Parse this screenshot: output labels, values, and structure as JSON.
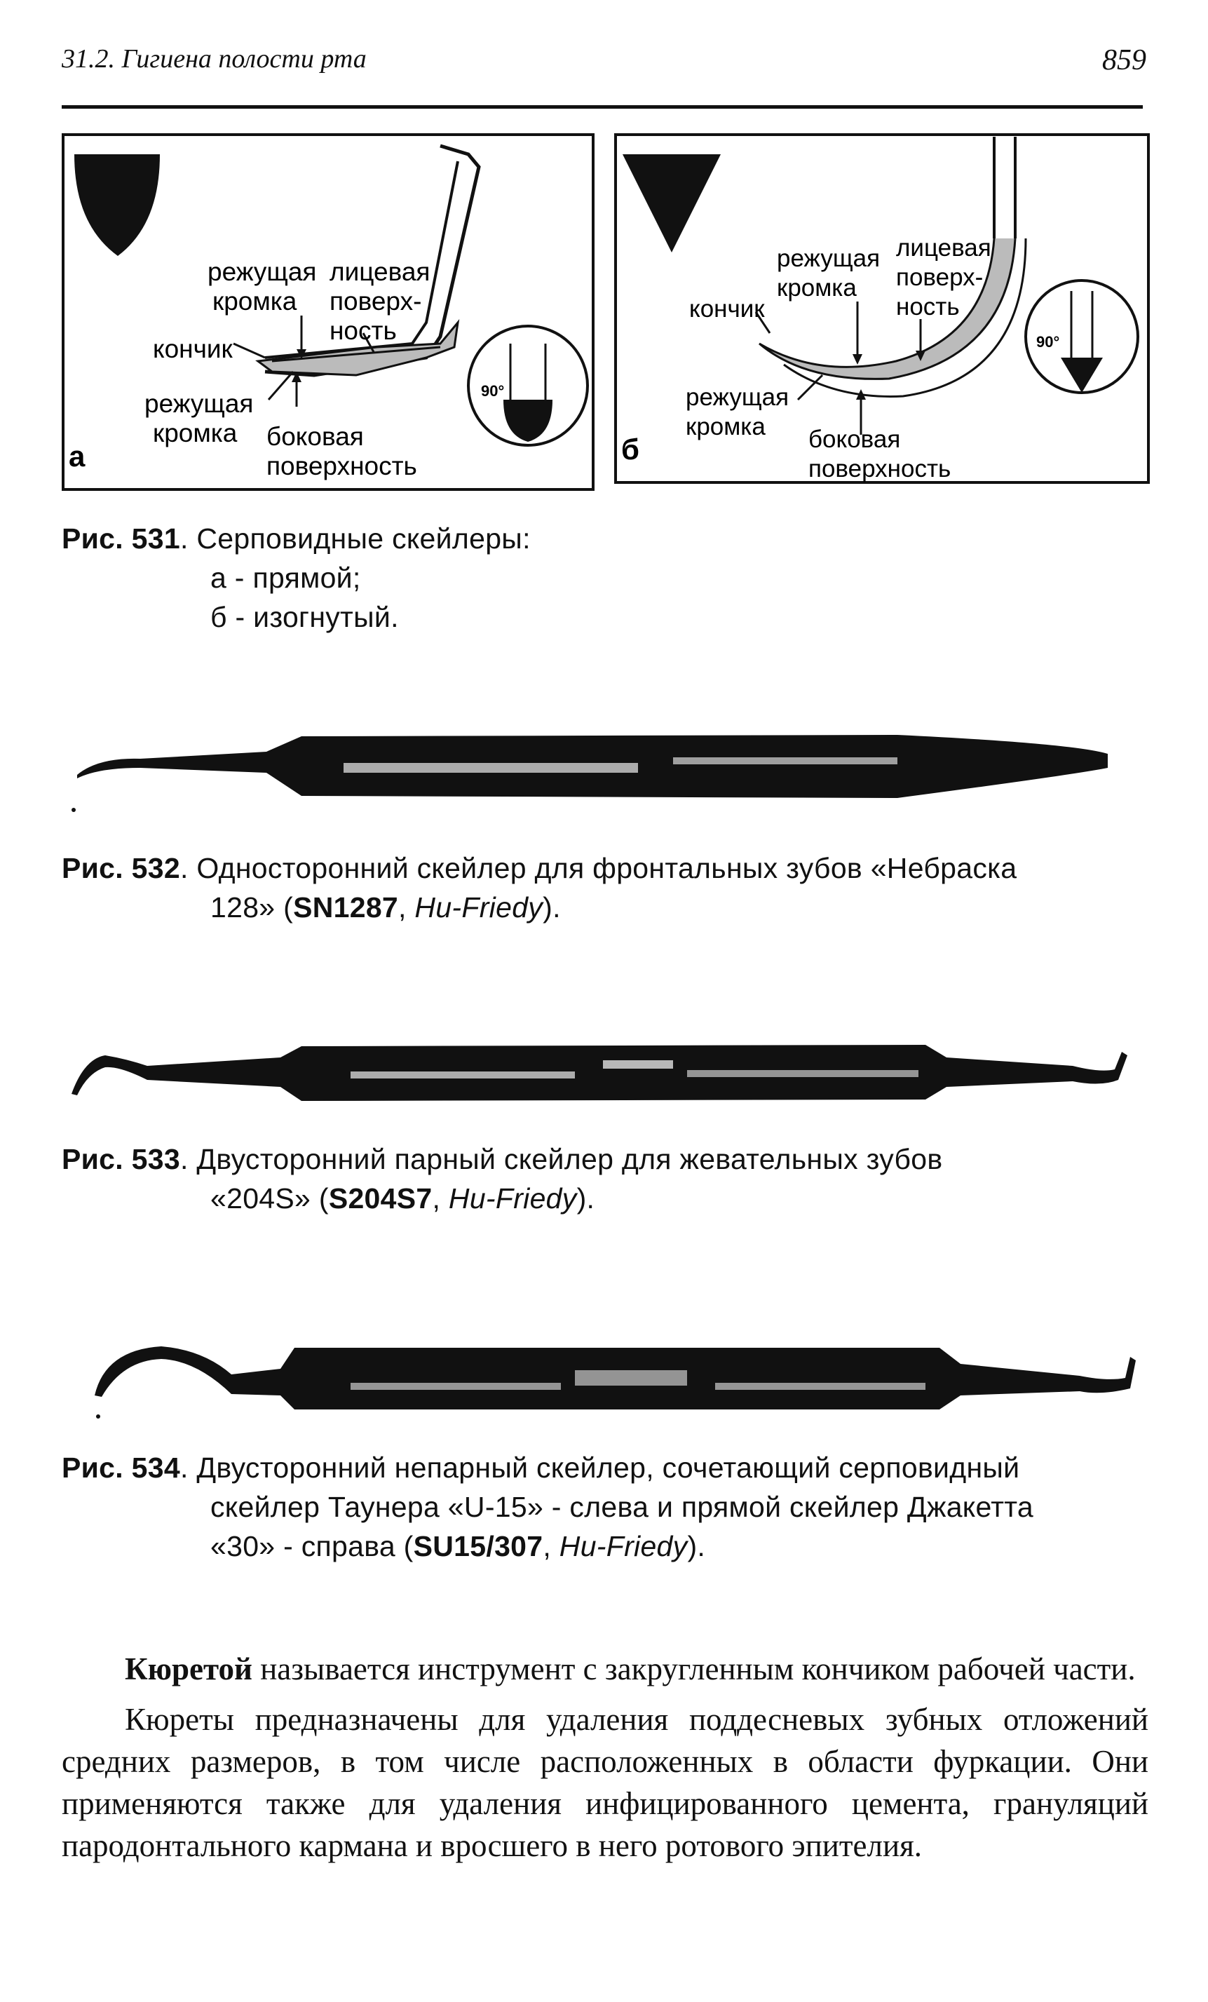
{
  "header": {
    "section_title": "31.2. Гигиена полости рта",
    "page_number": "859"
  },
  "fig531": {
    "panel_a": {
      "letter": "а",
      "cutting_edge_top_1": "режущая",
      "cutting_edge_top_2": "кромка",
      "face_1": "лицевая",
      "face_2": "поверх-",
      "face_3": "ность",
      "tip": "кончик",
      "cutting_edge_bottom_1": "режущая",
      "cutting_edge_bottom_2": "кромка",
      "side_1": "боковая",
      "side_2": "поверхность",
      "angle": "90°"
    },
    "panel_b": {
      "letter": "б",
      "cutting_edge_top_1": "режущая",
      "cutting_edge_top_2": "кромка",
      "face_1": "лицевая",
      "face_2": "поверх-",
      "face_3": "ность",
      "tip": "кончик",
      "cutting_edge_bottom_1": "режущая",
      "cutting_edge_bottom_2": "кромка",
      "side_1": "боковая",
      "side_2": "поверхность",
      "angle": "90°"
    },
    "caption": {
      "label": "Рис. 531",
      "text": ". Серповидные скейлеры:",
      "item_a": "а - прямой;",
      "item_b": "б - изогнутый."
    }
  },
  "fig532": {
    "label": "Рис. 532",
    "text_1": ". Односторонний скейлер для фронтальных зубов «Небраска",
    "text_2": "128» (",
    "code": "SN1287",
    "sep": ", ",
    "brand": "Hu-Friedy",
    "end": ")."
  },
  "fig533": {
    "label": "Рис. 533",
    "text_1": ". Двусторонний парный скейлер для жевательных зубов",
    "text_2": "«204S» (",
    "code": "S204S7",
    "sep": ", ",
    "brand": "Hu-Friedy",
    "end": ")."
  },
  "fig534": {
    "label": "Рис. 534",
    "text_1": ". Двусторонний непарный скейлер, сочетающий серповидный",
    "text_2": "скейлер Таунера «U-15» - слева и прямой скейлер Джакетта",
    "text_3": "«30» - справа (",
    "code": "SU15/307",
    "sep": ", ",
    "brand": "Hu-Friedy",
    "end": ")."
  },
  "body": {
    "p1_term": "Кюретой",
    "p1_rest": " называется инструмент с закругленным кончиком рабочей части.",
    "p2": "Кюреты предназначены для удаления поддесневых зубных отложений средних размеров, в том числе расположенных в области фуркации. Они применяются также для удаления инфицированного цемента, грануляций пародонтального кармана и вросшего в него ротового эпителия."
  }
}
